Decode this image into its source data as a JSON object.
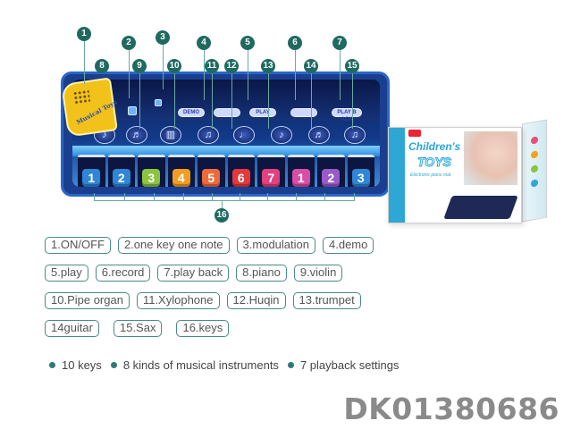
{
  "mat": {
    "speaker_label": "Musical Toys",
    "control_labels": [
      "DEMO",
      "",
      "PLAY",
      "",
      "PLAY B ACK"
    ],
    "instrument_icons": [
      "piano-icon",
      "violin-icon",
      "pipe-organ-icon",
      "xylophone-icon",
      "huqin-icon",
      "trumpet-icon",
      "guitar-icon",
      "sax-icon"
    ],
    "keys": [
      {
        "num": "1",
        "color": "#2f86d6"
      },
      {
        "num": "2",
        "color": "#2f86d6"
      },
      {
        "num": "3",
        "color": "#8bc53f"
      },
      {
        "num": "4",
        "color": "#f39c1f"
      },
      {
        "num": "5",
        "color": "#ef6a3a"
      },
      {
        "num": "6",
        "color": "#e5383b"
      },
      {
        "num": "7",
        "color": "#e3407f"
      },
      {
        "num": "1",
        "color": "#d84ea6"
      },
      {
        "num": "2",
        "color": "#9b59c9"
      },
      {
        "num": "3",
        "color": "#2f86d6"
      }
    ],
    "callouts": [
      "1",
      "2",
      "3",
      "4",
      "5",
      "6",
      "7",
      "8",
      "9",
      "10",
      "11",
      "12",
      "13",
      "14",
      "15",
      "16"
    ]
  },
  "box": {
    "title1": "Children's",
    "title2": "TOYS",
    "subtitle": "Electronic piano mat"
  },
  "labels": [
    [
      "1.ON/OFF",
      "2.one key one note",
      "3.modulation",
      "4.demo"
    ],
    [
      "5.play",
      "6.record",
      "7.play back",
      "8.piano",
      "9.violin"
    ],
    [
      "10.Pipe organ",
      "11.Xylophone",
      "12.Huqin",
      "13.trumpet"
    ],
    [
      "14guitar",
      "15.Sax",
      "16.keys"
    ]
  ],
  "features": [
    "10 keys",
    "8 kinds of musical instruments",
    "7 playback settings"
  ],
  "product_code": "DK01380686",
  "colors": {
    "accent": "#1f6a60",
    "tag_border": "#4a8b83",
    "mat_blue": "#1b3f8f"
  }
}
